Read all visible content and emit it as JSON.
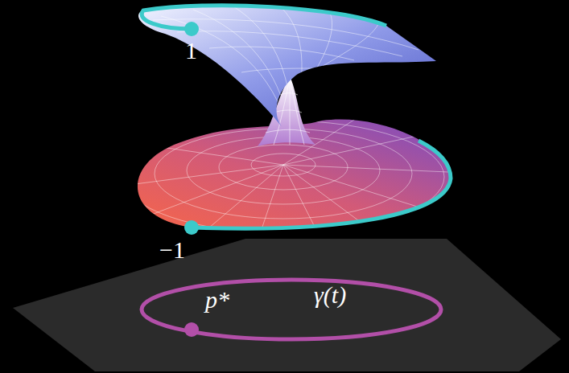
{
  "diagram": {
    "labels": [
      "1",
      "−1",
      "p*",
      "γ(t)"
    ]
  }
}
